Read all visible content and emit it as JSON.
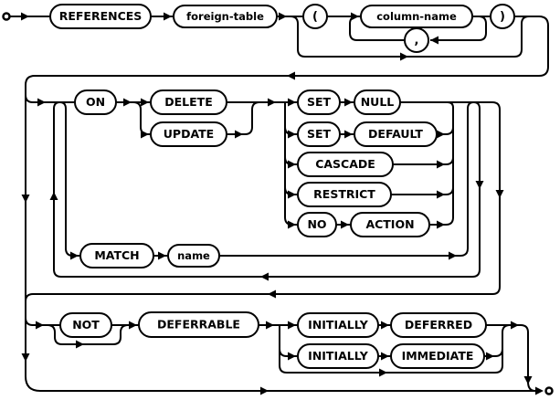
{
  "diagram": {
    "kind": "railroad-syntax-diagram",
    "rule_name": "foreign-key-clause",
    "line_color": "#000000",
    "background_color": "#ffffff",
    "nodes": [
      {
        "id": "references",
        "label": "REFERENCES",
        "type": "keyword"
      },
      {
        "id": "foreign-table",
        "label": "foreign-table",
        "type": "nonterminal"
      },
      {
        "id": "open-paren",
        "label": "(",
        "type": "punctuation"
      },
      {
        "id": "column-name",
        "label": "column-name",
        "type": "nonterminal"
      },
      {
        "id": "comma",
        "label": ",",
        "type": "punctuation"
      },
      {
        "id": "close-paren",
        "label": ")",
        "type": "punctuation"
      },
      {
        "id": "on",
        "label": "ON",
        "type": "keyword"
      },
      {
        "id": "delete",
        "label": "DELETE",
        "type": "keyword"
      },
      {
        "id": "update",
        "label": "UPDATE",
        "type": "keyword"
      },
      {
        "id": "set-1",
        "label": "SET",
        "type": "keyword"
      },
      {
        "id": "null",
        "label": "NULL",
        "type": "keyword"
      },
      {
        "id": "set-2",
        "label": "SET",
        "type": "keyword"
      },
      {
        "id": "default",
        "label": "DEFAULT",
        "type": "keyword"
      },
      {
        "id": "cascade",
        "label": "CASCADE",
        "type": "keyword"
      },
      {
        "id": "restrict",
        "label": "RESTRICT",
        "type": "keyword"
      },
      {
        "id": "no",
        "label": "NO",
        "type": "keyword"
      },
      {
        "id": "action",
        "label": "ACTION",
        "type": "keyword"
      },
      {
        "id": "match",
        "label": "MATCH",
        "type": "keyword"
      },
      {
        "id": "name",
        "label": "name",
        "type": "nonterminal"
      },
      {
        "id": "not",
        "label": "NOT",
        "type": "keyword"
      },
      {
        "id": "deferrable",
        "label": "DEFERRABLE",
        "type": "keyword"
      },
      {
        "id": "initially-1",
        "label": "INITIALLY",
        "type": "keyword"
      },
      {
        "id": "deferred",
        "label": "DEFERRED",
        "type": "keyword"
      },
      {
        "id": "initially-2",
        "label": "INITIALLY",
        "type": "keyword"
      },
      {
        "id": "immediate",
        "label": "IMMEDIATE",
        "type": "keyword"
      }
    ]
  }
}
